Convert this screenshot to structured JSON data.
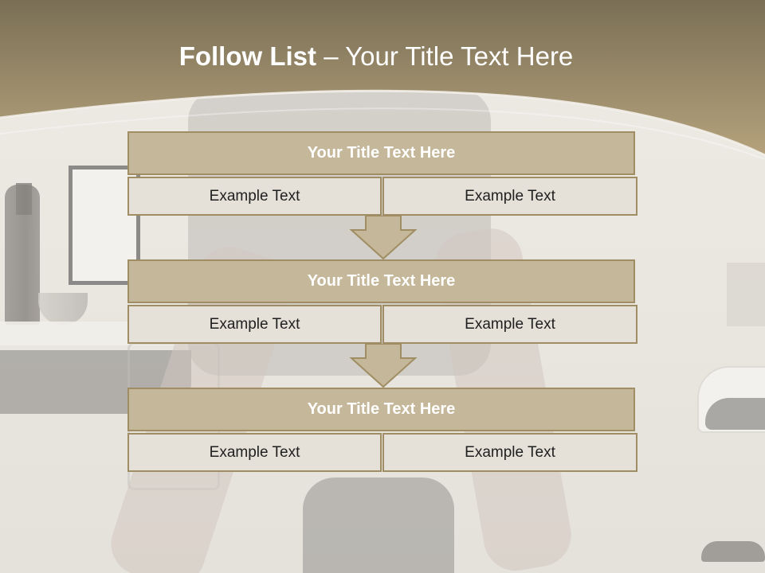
{
  "slide": {
    "title_bold": "Follow List",
    "title_rest": " – Your Title Text Here"
  },
  "colors": {
    "header_top": "#7a6f55",
    "header_bottom": "#b5a27c",
    "block_head": "#c5b799",
    "block_border": "#a08d63",
    "block_cell": "#e5e1d9"
  },
  "blocks": [
    {
      "title": "Your Title Text Here",
      "left": "Example Text",
      "right": "Example Text"
    },
    {
      "title": "Your Title Text Here",
      "left": "Example Text",
      "right": "Example Text"
    },
    {
      "title": "Your Title Text Here",
      "left": "Example Text",
      "right": "Example Text"
    }
  ],
  "icons": {
    "connector": "down-arrow-icon"
  }
}
